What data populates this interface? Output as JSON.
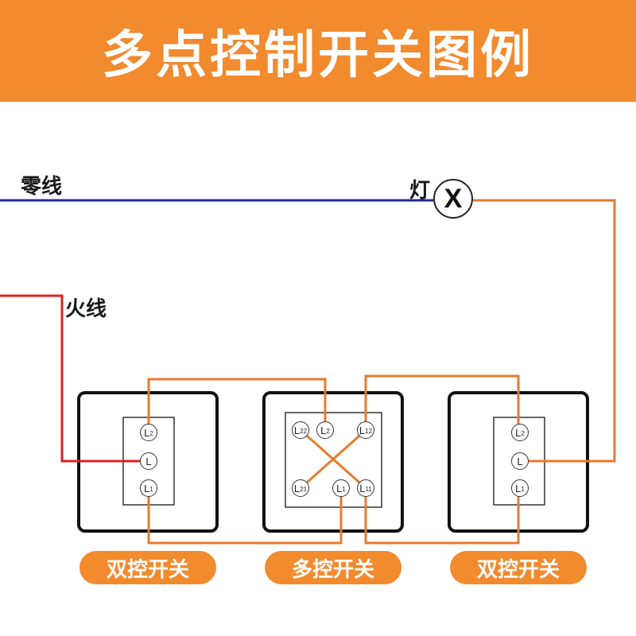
{
  "title": "多点控制开关图例",
  "labels": {
    "neutral": "零线",
    "live": "火线",
    "lamp": "灯",
    "lamp_symbol": "X"
  },
  "switches": [
    {
      "caption": "双控开关",
      "terminals": [
        {
          "main": "L",
          "sub": "2"
        },
        {
          "main": "L",
          "sub": ""
        },
        {
          "main": "L",
          "sub": "1"
        }
      ]
    },
    {
      "caption": "多控开关",
      "terminals": [
        {
          "main": "L",
          "sub": "22"
        },
        {
          "main": "L",
          "sub": "2"
        },
        {
          "main": "L",
          "sub": "12"
        },
        {
          "main": "L",
          "sub": "21"
        },
        {
          "main": "L",
          "sub": "1"
        },
        {
          "main": "L",
          "sub": "11"
        }
      ]
    },
    {
      "caption": "双控开关",
      "terminals": [
        {
          "main": "L",
          "sub": "2"
        },
        {
          "main": "L",
          "sub": ""
        },
        {
          "main": "L",
          "sub": "1"
        }
      ]
    }
  ],
  "colors": {
    "header": "#f28a2e",
    "neutral_wire": "#1f2a8c",
    "live_wire": "#e02020",
    "switch_wire": "#e87a2c"
  }
}
